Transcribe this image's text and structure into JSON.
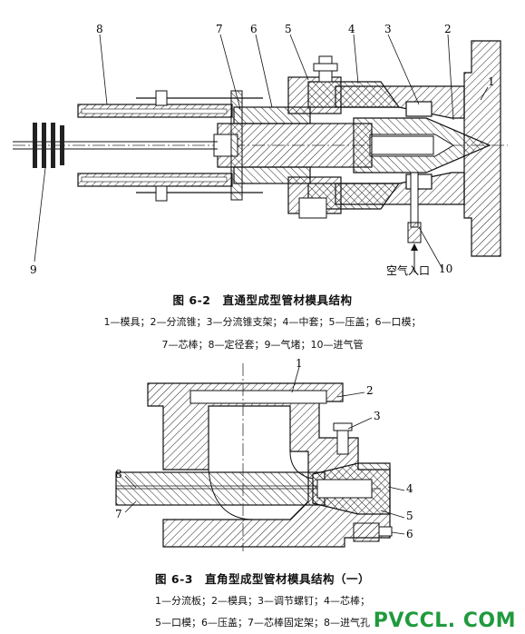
{
  "figure1": {
    "callouts": {
      "n1": "1",
      "n2": "2",
      "n3": "3",
      "n4": "4",
      "n5": "5",
      "n6": "6",
      "n7": "7",
      "n8": "8",
      "n9": "9",
      "n10": "10"
    },
    "air_inlet": "空气入口",
    "caption_title": "图 6-2　直通型成型管材模具结构",
    "legend_line1": "1—模具；2—分流锥；3—分流锥支架；4—中套；5—压盖；6—口模；",
    "legend_line2": "7—芯棒；8—定径套；9—气堵；10—进气管"
  },
  "figure2": {
    "callouts": {
      "n1": "1",
      "n2": "2",
      "n3": "3",
      "n4": "4",
      "n5": "5",
      "n6": "6",
      "n7": "7",
      "n8": "8"
    },
    "caption_title": "图 6-3　直角型成型管材模具结构（一）",
    "legend_line1": "1—分流板；2—模具；3—调节螺钉；4—芯棒；",
    "legend_line2": "5—口模；6—压盖；7—芯棒固定架；8—进气孔"
  },
  "watermark": "PVCCL. COM"
}
